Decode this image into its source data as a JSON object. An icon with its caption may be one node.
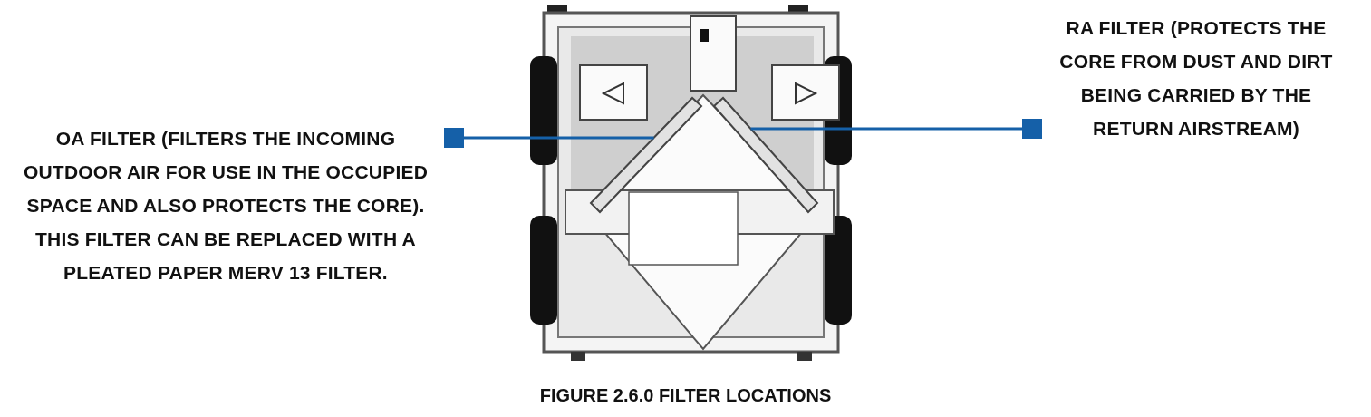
{
  "diagram": {
    "caption": "FIGURE 2.6.0 FILTER LOCATIONS",
    "nodes": [
      {
        "text": [
          "OA FILTER (FILTERS THE INCOMING OUTDOOR AIR FOR USE IN THE OCCUPIED SPACE AND ALSO PROTECTS THE CORE). THIS FILTER CAN BE REPLACED WITH A PLEATED PAPER MERV 13 FILTER."
        ]
      },
      {
        "text": [
          "RA FILTER (PROTECTS THE CORE FROM DUST AND DIRT BEING CARRIED BY THE RETURN AIRSTREAM)"
        ]
      },
      {
        "text": [],
        "shape": "bar"
      },
      {
        "text": [],
        "shape": "bar"
      }
    ],
    "edges": [
      {
        "from": 0,
        "to": 2,
        "arrow": "other"
      },
      {
        "from": 1,
        "to": 3,
        "arrow": "other"
      }
    ]
  }
}
